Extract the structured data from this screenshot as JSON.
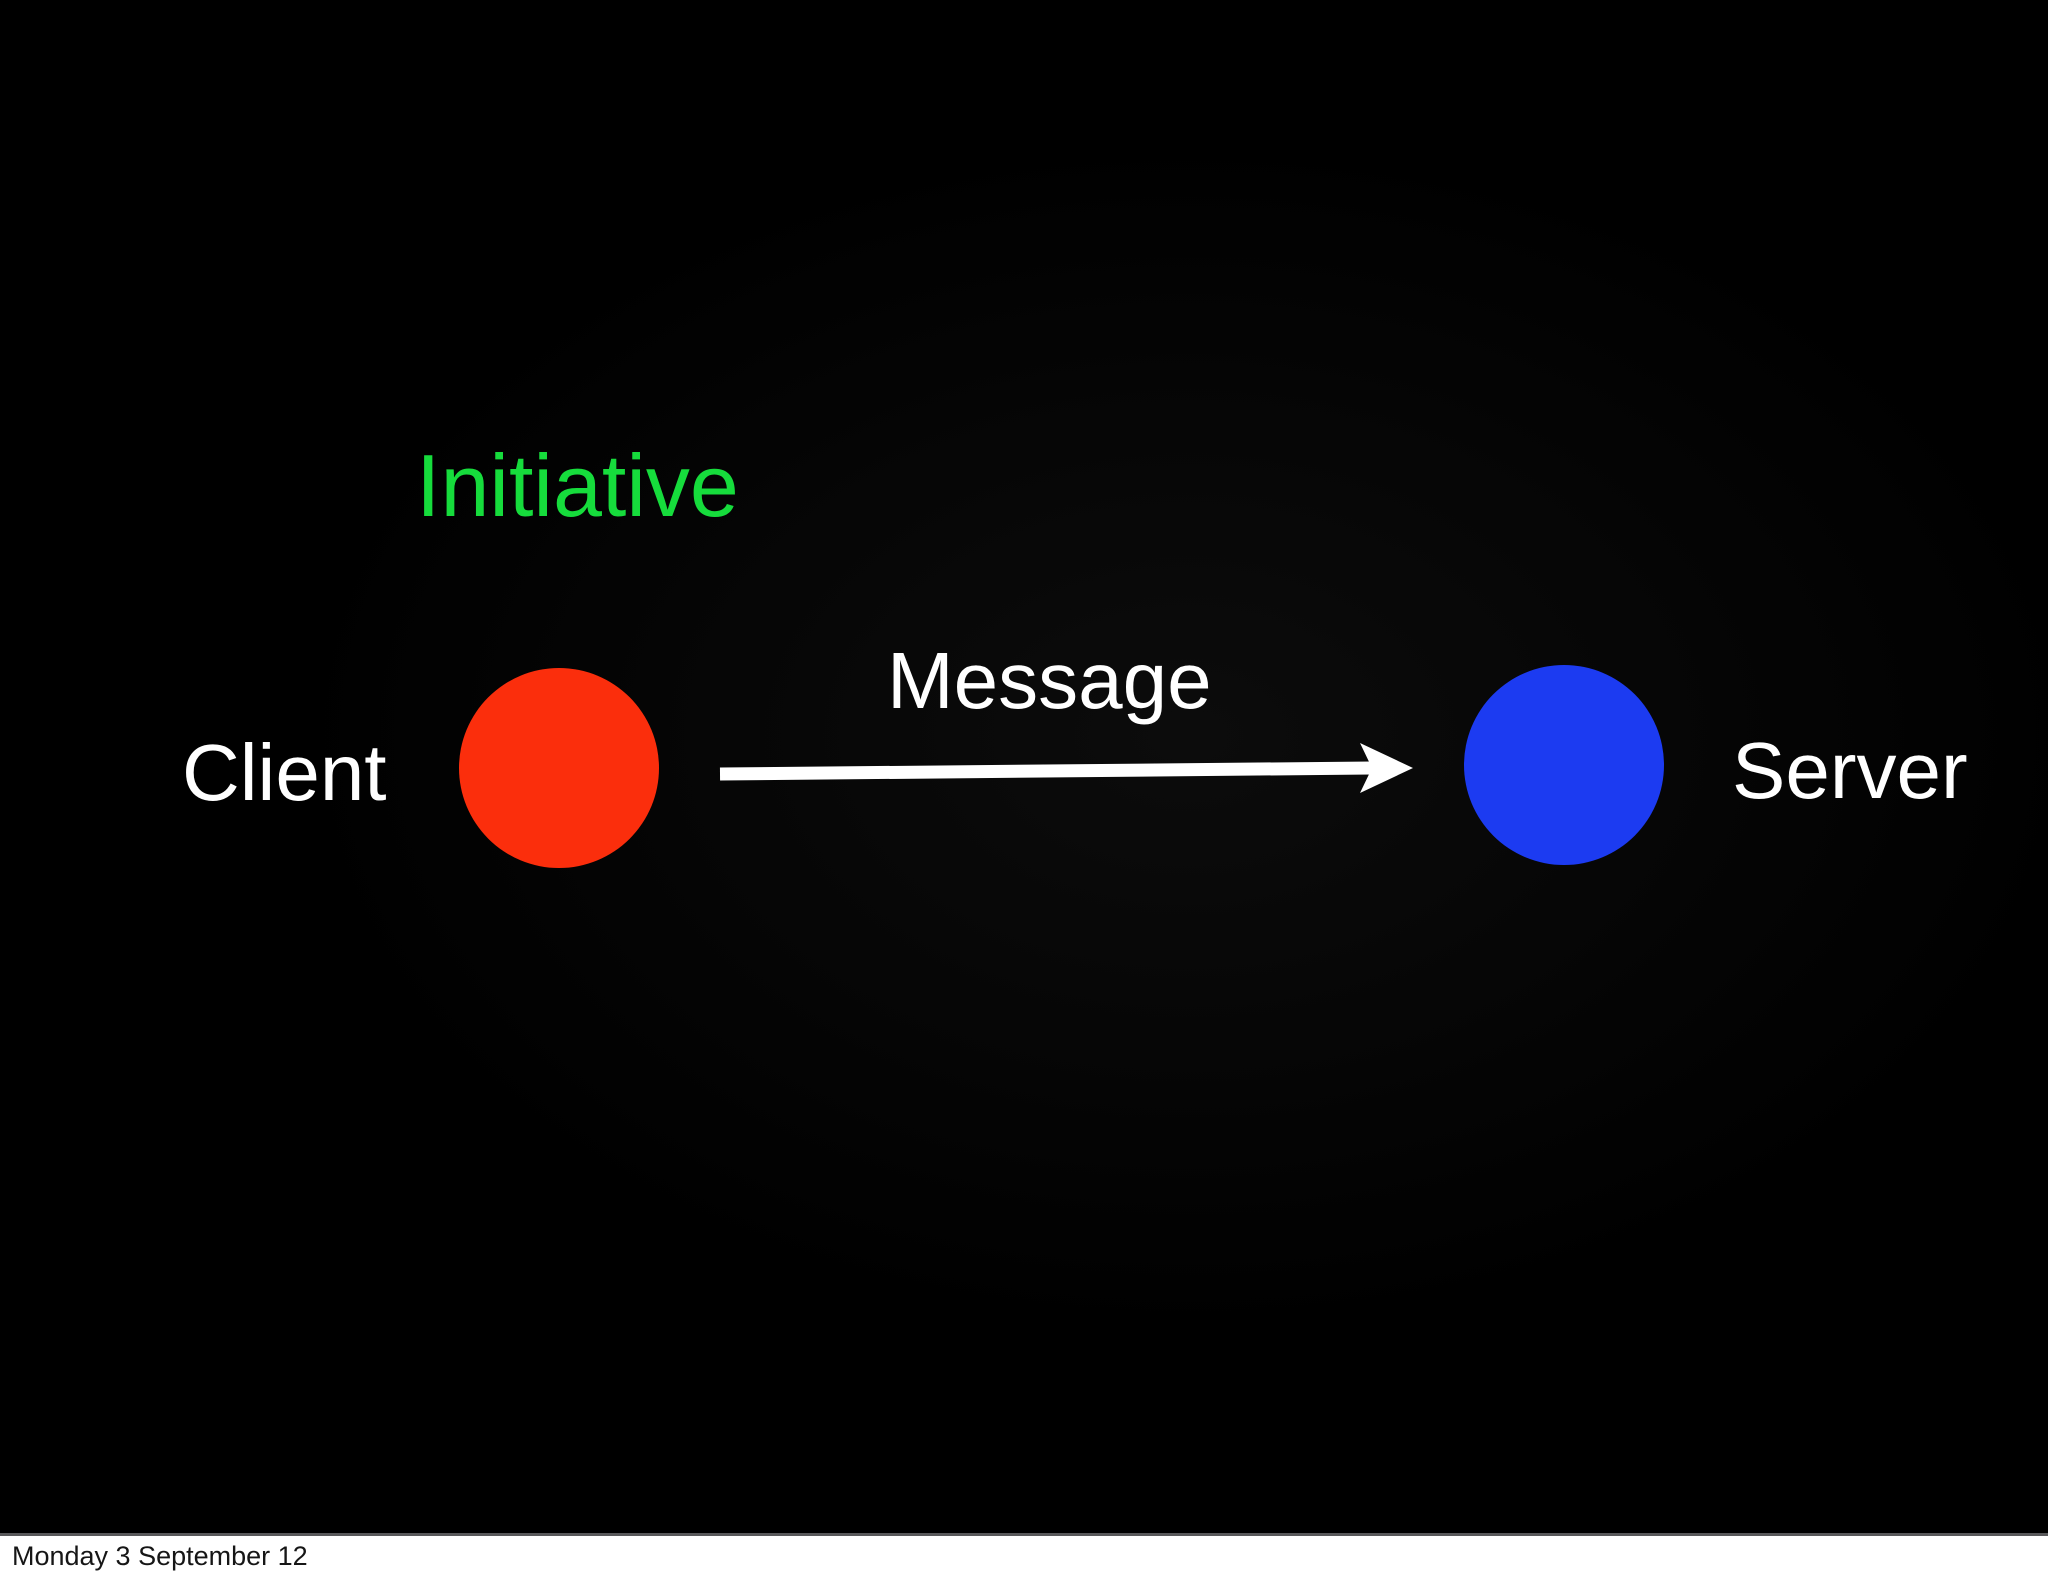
{
  "slide": {
    "background_color": "#000000",
    "text_color": "#FFFFFF",
    "annotation": {
      "label": "Initiative",
      "color": "#16DC3C"
    },
    "nodes": [
      {
        "id": "client",
        "label": "Client",
        "color": "#FB2E0C"
      },
      {
        "id": "server",
        "label": "Server",
        "color": "#1C3BF1"
      }
    ],
    "arrow": {
      "label": "Message",
      "color": "#FFFFFF",
      "direction": "client-to-server"
    }
  },
  "footer": {
    "date": "Monday 3 September 12",
    "background": "#FFFFFF",
    "text_color": "#161616",
    "divider_color": "#58585A"
  }
}
